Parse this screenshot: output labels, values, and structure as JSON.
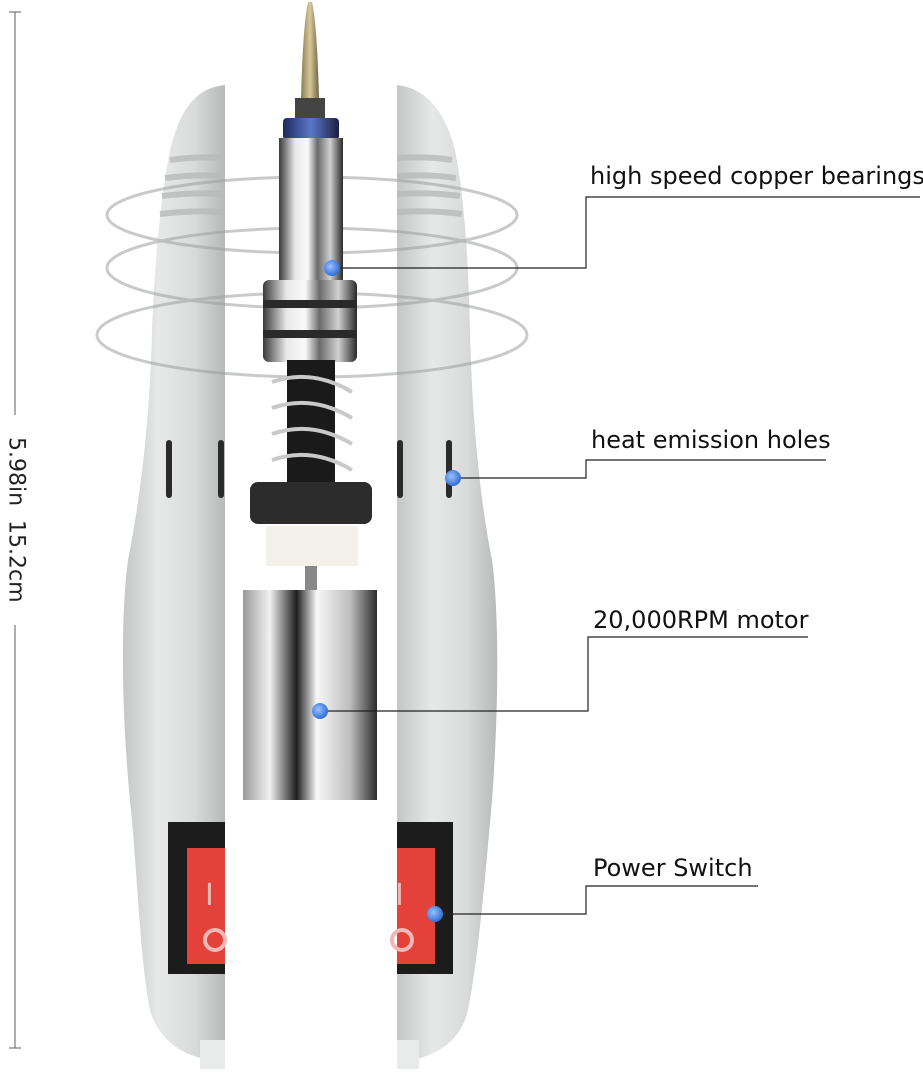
{
  "dimension": {
    "imperial": "5.98in",
    "metric": "15.2cm"
  },
  "callouts": [
    {
      "id": "bearings",
      "label": "high speed copper bearings"
    },
    {
      "id": "heat",
      "label": "heat emission holes"
    },
    {
      "id": "motor",
      "label": "20,000RPM motor"
    },
    {
      "id": "switch",
      "label": "Power Switch"
    }
  ],
  "colors": {
    "body": "#dcdedd",
    "body_shadow": "#b9bcbb",
    "switch_red": "#e5413b",
    "switch_housing": "#1c1c1c",
    "marker_blue": "#2f6fd6",
    "line": "#222222"
  }
}
